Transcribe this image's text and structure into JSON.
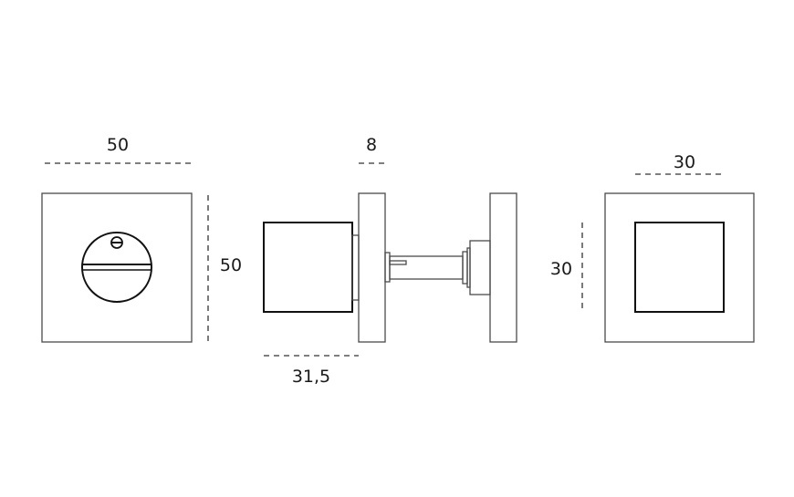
{
  "dimensions": {
    "front_rose_width": "50",
    "front_rose_height": "50",
    "side_rose_thickness": "8",
    "side_knob_depth": "31,5",
    "back_inner_width": "30",
    "back_inner_height": "30"
  },
  "colors": {
    "line": "#4a4a4a",
    "bold_line": "#111111",
    "text": "#1a1a1a"
  }
}
